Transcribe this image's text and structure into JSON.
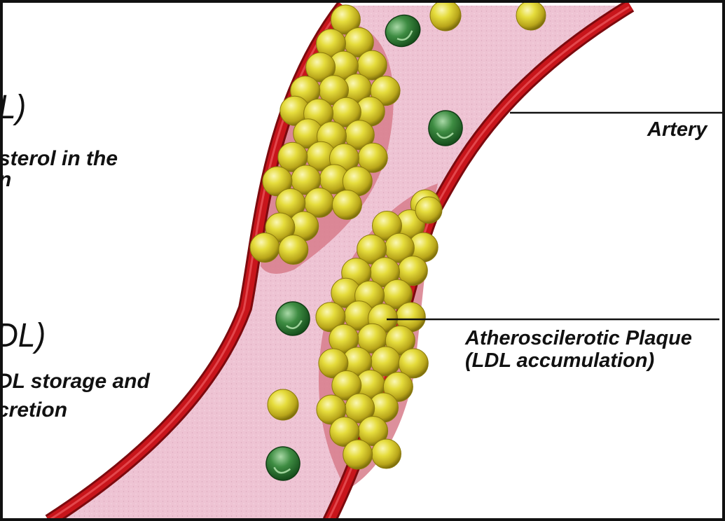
{
  "labels": {
    "ldl_heading": "L)",
    "ldl_desc_line1": "sterol in the",
    "ldl_desc_line2": "n",
    "hdl_heading": "DL)",
    "hdl_desc_line1": "DL storage and",
    "hdl_desc_line2": "cretion",
    "artery": "Artery",
    "plaque_line1": "Atheroscilerotic Plaque",
    "plaque_line2": "(LDL accumulation)"
  },
  "colors": {
    "artery_wall": "#c8151b",
    "artery_wall_dark": "#7d0a0e",
    "lumen": "#eec3d3",
    "plaque_bed": "#d77d8b",
    "ldl_particle": "#d9cf2a",
    "hdl_particle": "#2f7a34",
    "text": "#111111",
    "frame": "#111111"
  }
}
